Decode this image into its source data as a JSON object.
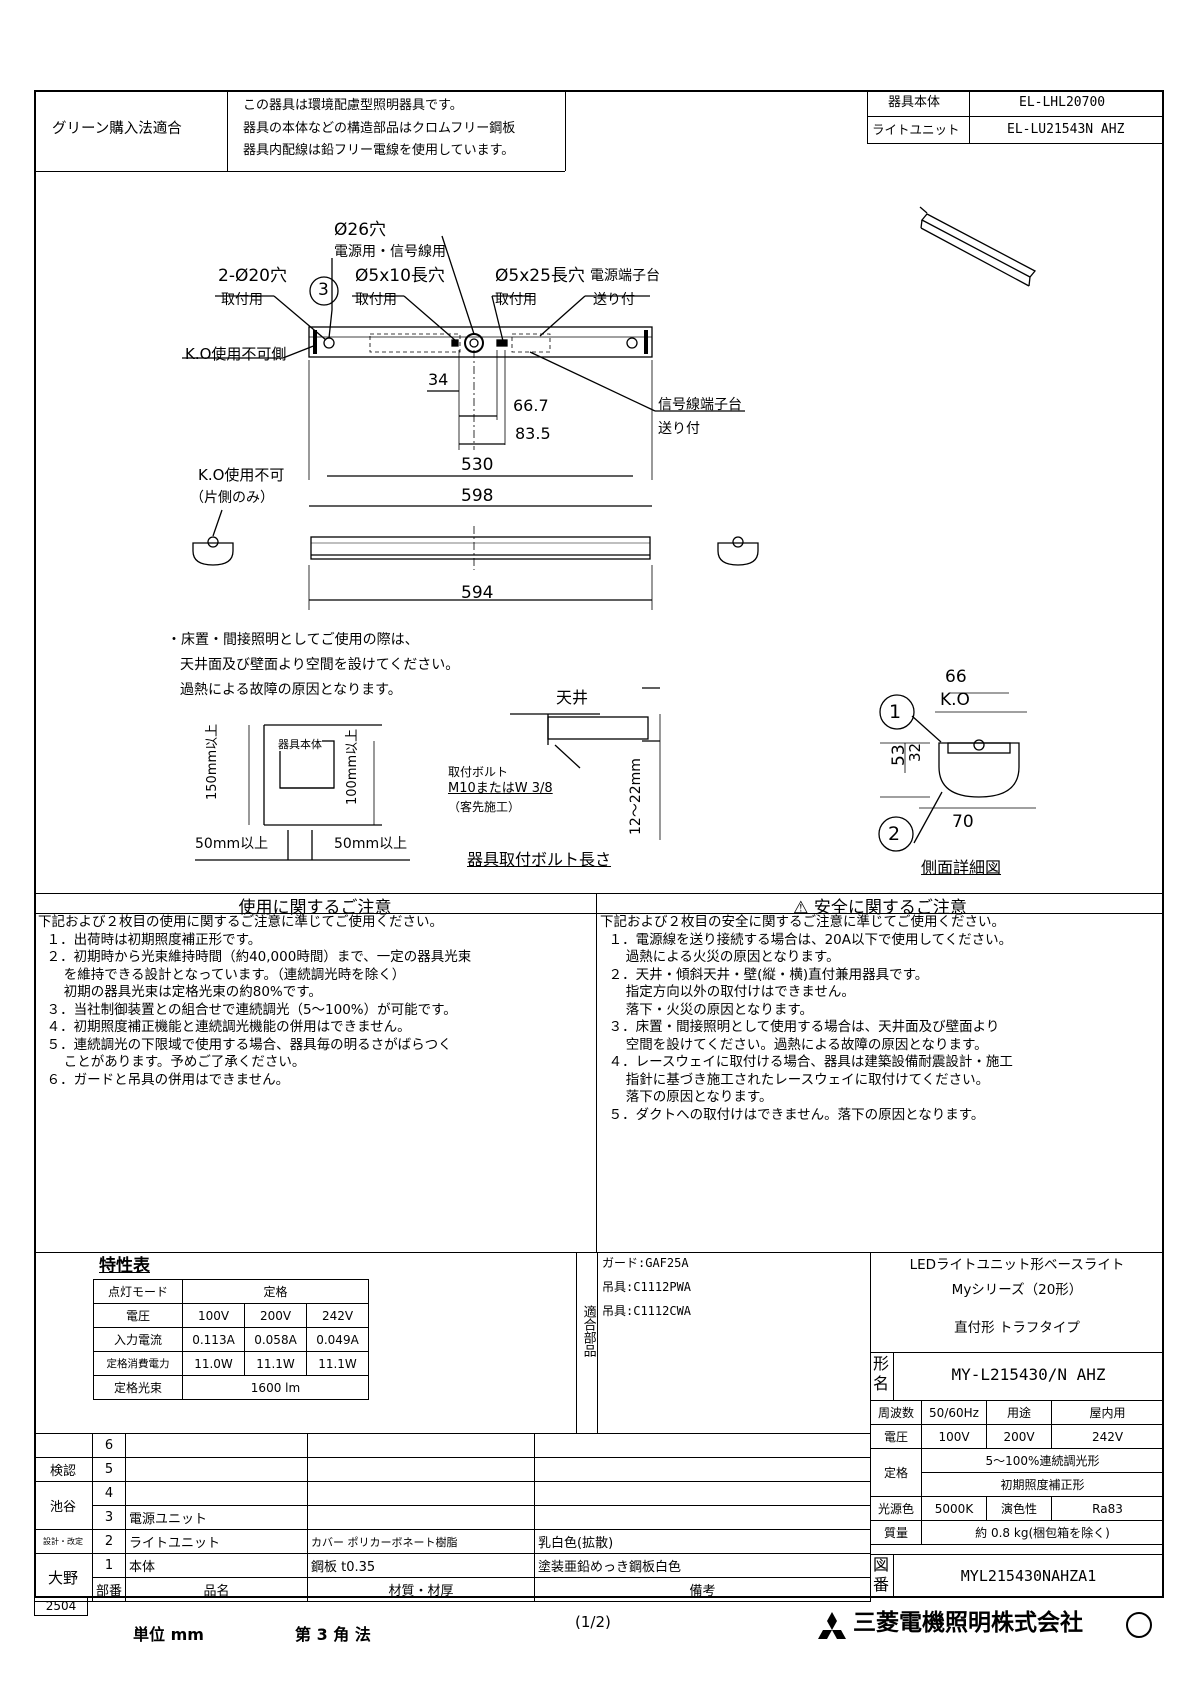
{
  "header": {
    "green_label": "グリーン購入法適合",
    "green_lines": [
      "この器具は環境配慮型照明器具です。",
      "器具の本体などの構造部品はクロムフリー鋼板",
      "器具内配線は鉛フリー電線を使用しています。"
    ],
    "body_label": "器具本体",
    "body_value": "EL-LHL20700",
    "unit_label": "ライトユニット",
    "unit_value": "EL-LU21543N AHZ"
  },
  "drawing": {
    "hole26": "Ø26穴",
    "hole26_use": "電源用・信号線用",
    "hole20": "2-Ø20穴",
    "hole20_use": "取付用",
    "circle3": "3",
    "hole5x10": "Ø5x10長穴",
    "hole5x10_use": "取付用",
    "hole5x25": "Ø5x25長穴",
    "hole5x25_use": "取付用",
    "terminal_power": "電源端子台",
    "terminal_power_sub": "送り付",
    "terminal_signal": "信号線端子台",
    "terminal_signal_sub": "送り付",
    "ko_no": "K.O使用不可側",
    "dim_34": "34",
    "dim_66_7": "66.7",
    "dim_83_5": "83.5",
    "dim_530": "530",
    "dim_598": "598",
    "dim_594": "594",
    "ko_no2": "K.O使用不可",
    "ko_one_side": "（片側のみ）",
    "floor_note": [
      "・床置・間接照明としてご使用の際は、",
      "天井面及び壁面より空間を設けてください。",
      "過熱による故障の原因となります。"
    ],
    "body_small": "器具本体",
    "dim_150": "150mm以上",
    "dim_100": "100mm以上",
    "dim_50a": "50mm以上",
    "dim_50b": "50mm以上",
    "ceiling": "天井",
    "bolt_label": "取付ボルト",
    "bolt_spec": "M10またはW 3/8",
    "bolt_sub": "（客先施工）",
    "bolt_len": "12～22mm",
    "bolt_title": "器具取付ボルト長さ",
    "side_66": "66",
    "side_ko": "K.O",
    "side_53": "53",
    "side_32": "32",
    "side_70": "70",
    "circle1": "1",
    "circle2": "2",
    "side_title": "側面詳細図"
  },
  "notices": {
    "use_title": "使用に関するご注意",
    "use_body": "下記および２枚目の使用に関するご注意に準じてご使用ください。\n  １．出荷時は初期照度補正形です。\n  ２．初期時から光束維持時間（約40,000時間）まで、一定の器具光束\n      を維持できる設計となっています。（連続調光時を除く）\n      初期の器具光束は定格光束の約80%です。\n  ３．当社制御装置との組合せで連続調光（5～100%）が可能です。\n  ４．初期照度補正機能と連続調光機能の併用はできません。\n  ５．連続調光の下限域で使用する場合、器具毎の明るさがばらつく\n      ことがあります。予めご了承ください。\n  ６．ガードと吊具の併用はできません。",
    "safety_title": "⚠ 安全に関するご注意",
    "safety_body": "下記および２枚目の安全に関するご注意に準じてご使用ください。\n  １．電源線を送り接続する場合は、20A以下で使用してください。\n      過熱による火災の原因となります。\n  ２．天井・傾斜天井・壁(縦・横)直付兼用器具です。\n      指定方向以外の取付けはできません。\n      落下・火災の原因となります。\n  ３．床置・間接照明として使用する場合は、天井面及び壁面より\n      空間を設けてください。過熱による故障の原因となります。\n  ４．レースウェイに取付ける場合、器具は建築設備耐震設計・施工\n      指針に基づき施工されたレースウェイに取付けてください。\n      落下の原因となります。\n  ５．ダクトへの取付けはできません。落下の原因となります。"
  },
  "spec_table": {
    "title": "特性表",
    "mode_label": "点灯モード",
    "mode_value": "定格",
    "voltage_label": "電圧",
    "voltages": [
      "100V",
      "200V",
      "242V"
    ],
    "current_label": "入力電流",
    "currents": [
      "0.113A",
      "0.058A",
      "0.049A"
    ],
    "power_label": "定格消費電力",
    "powers": [
      "11.0W",
      "11.1W",
      "11.1W"
    ],
    "flux_label": "定格光束",
    "flux_value": "1600 lm"
  },
  "parts": {
    "vertical_label": "適合部品",
    "items": [
      "ガード:GAF25A",
      "吊具:C1112PWA",
      "吊具:C1112CWA"
    ]
  },
  "product": {
    "name_lines": [
      "LEDライトユニット形ベースライト",
      "Myシリーズ（20形）",
      "直付形 トラフタイプ"
    ],
    "model_label": "形名",
    "model": "MY-L215430/N AHZ",
    "freq_label": "周波数",
    "freq": "50/60Hz",
    "use_label": "用途",
    "use": "屋内用",
    "volt_label": "電圧",
    "volts": [
      "100V",
      "200V",
      "242V"
    ],
    "rating_label": "定格",
    "rating_lines": [
      "5～100%連続調光形",
      "初期照度補正形"
    ],
    "color_label": "光源色",
    "color": "5000K",
    "cri_label": "演色性",
    "cri": "Ra83",
    "mass_label": "質量",
    "mass": "約 0.8 kg(梱包箱を除く)",
    "drawing_no_label": "図番",
    "drawing_no": "MYL215430NAHZA1"
  },
  "bom": {
    "approvals": [
      "検認",
      "池谷",
      "設計・改定",
      "大野"
    ],
    "rows": [
      {
        "no": "6",
        "name": "",
        "material": "",
        "note": ""
      },
      {
        "no": "5",
        "name": "",
        "material": "",
        "note": ""
      },
      {
        "no": "4",
        "name": "",
        "material": "",
        "note": ""
      },
      {
        "no": "3",
        "name": "電源ユニット",
        "material": "",
        "note": ""
      },
      {
        "no": "2",
        "name": "ライトユニット",
        "material": "カバー ポリカーボネート樹脂",
        "note": "乳白色(拡散)"
      },
      {
        "no": "1",
        "name": "本体",
        "material": "鋼板   t0.35",
        "note": "塗装亜鉛めっき鋼板白色"
      }
    ],
    "head_no": "部番",
    "head_name": "品名",
    "head_material": "材質・材厚",
    "head_note": "備考",
    "date_code": "2504"
  },
  "footer": {
    "unit": "単位 mm",
    "angle": "第 3 角 法",
    "page": "(1/2)",
    "company": "三菱電機照明株式会社"
  }
}
